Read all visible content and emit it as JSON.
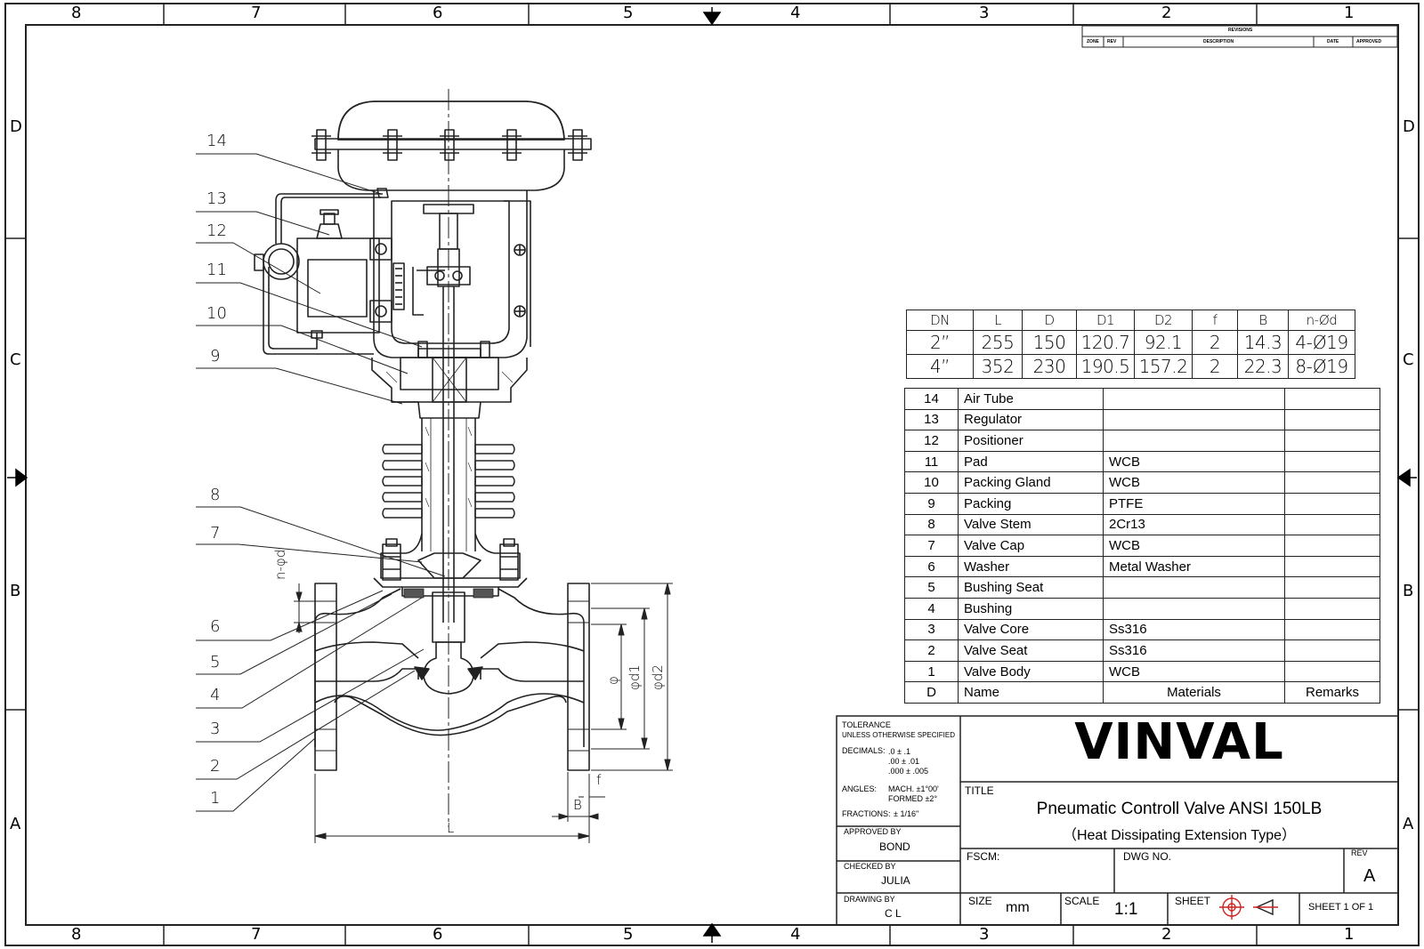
{
  "zones": {
    "columns": [
      "8",
      "7",
      "6",
      "5",
      "4",
      "3",
      "2",
      "1"
    ],
    "rows": [
      "D",
      "C",
      "B",
      "A"
    ]
  },
  "revisions": {
    "title": "REVISIONS",
    "headers": [
      "ZONE",
      "REV",
      "DESCRIPTION",
      "DATE",
      "APPROVED"
    ]
  },
  "callouts": [
    "14",
    "13",
    "12",
    "11",
    "10",
    "9",
    "8",
    "7",
    "6",
    "5",
    "4",
    "3",
    "2",
    "1"
  ],
  "dimension_labels": {
    "n_phi_d": "n-φd",
    "phi": "φ",
    "phi_d1": "φd1",
    "phi_d2": "φd2",
    "f": "f",
    "B": "B",
    "L": "L"
  },
  "dimension_table": {
    "headers": [
      "DN",
      "L",
      "D",
      "D1",
      "D2",
      "f",
      "B",
      "n-Ød"
    ],
    "rows": [
      [
        "2”",
        "255",
        "150",
        "120.7",
        "92.1",
        "2",
        "14.3",
        "4-Ø19"
      ],
      [
        "4”",
        "352",
        "230",
        "190.5",
        "157.2",
        "2",
        "22.3",
        "8-Ø19"
      ]
    ]
  },
  "parts_list": {
    "rows": [
      {
        "no": "14",
        "name": "Air Tube",
        "material": "",
        "remarks": ""
      },
      {
        "no": "13",
        "name": "Regulator",
        "material": "",
        "remarks": ""
      },
      {
        "no": "12",
        "name": "Positioner",
        "material": "",
        "remarks": ""
      },
      {
        "no": "11",
        "name": "Pad",
        "material": "WCB",
        "remarks": ""
      },
      {
        "no": "10",
        "name": "Packing Gland",
        "material": "WCB",
        "remarks": ""
      },
      {
        "no": "9",
        "name": "Packing",
        "material": "PTFE",
        "remarks": ""
      },
      {
        "no": "8",
        "name": "Valve Stem",
        "material": "2Cr13",
        "remarks": ""
      },
      {
        "no": "7",
        "name": "Valve Cap",
        "material": "WCB",
        "remarks": ""
      },
      {
        "no": "6",
        "name": "Washer",
        "material": "Metal Washer",
        "remarks": ""
      },
      {
        "no": "5",
        "name": "Bushing Seat",
        "material": "",
        "remarks": ""
      },
      {
        "no": "4",
        "name": "Bushing",
        "material": "",
        "remarks": ""
      },
      {
        "no": "3",
        "name": "Valve Core",
        "material": "Ss316",
        "remarks": ""
      },
      {
        "no": "2",
        "name": "Valve Seat",
        "material": "Ss316",
        "remarks": ""
      },
      {
        "no": "1",
        "name": "Valve Body",
        "material": "WCB",
        "remarks": ""
      }
    ],
    "header": {
      "no": "D",
      "name": "Name",
      "material": "Materials",
      "remarks": "Remarks"
    }
  },
  "title_block": {
    "tolerance": "TOLERANCE",
    "unless": "UNLESS OTHERWISE SPECIFIED",
    "decimals_label": "DECIMALS:",
    "decimals": [
      ".0 ± .1",
      ".00 ± .01",
      ".000 ± .005"
    ],
    "angles_label": "ANGLES:",
    "angles": [
      "MACH. ±1°00'",
      "FORMED ±2°"
    ],
    "fractions_label": "FRACTIONS:",
    "fractions": "± 1/16\"",
    "approved_by_label": "APPROVED BY",
    "approved_by": "BOND",
    "checked_by_label": "CHECKED BY",
    "checked_by": "JULIA",
    "drawing_by_label": "DRAWING BY",
    "drawing_by": "C L",
    "company": "VINVAL",
    "title_label": "TITLE",
    "title_line1": "Pneumatic Controll Valve ANSI 150LB",
    "title_line2": "（Heat Dissipating Extension Type）",
    "fscm_label": "FSCM:",
    "dwg_no_label": "DWG NO.",
    "rev_label": "REV",
    "rev": "A",
    "size_label": "SIZE",
    "size": "mm",
    "scale_label": "SCALE",
    "scale": "1:1",
    "sheet_label": "SHEET",
    "sheet": "SHEET 1 OF 1"
  }
}
